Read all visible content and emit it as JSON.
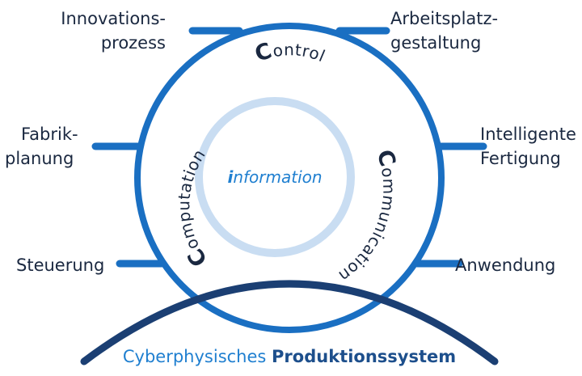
{
  "labels": {
    "innovation_1": "Innovations-",
    "innovation_2": "prozess",
    "workplace_1": "Arbeitsplatz-",
    "workplace_2": "gestaltung",
    "factory_1": "Fabrik-",
    "factory_2": "planung",
    "smart_1": "Intelligente",
    "smart_2": "Fertigung",
    "control_left": "Steuerung",
    "application": "Anwendung"
  },
  "inner_ring": {
    "control_initial": "C",
    "control_rest": "ontrol",
    "communication_initial": "C",
    "communication_rest": "ommunication",
    "computation_initial": "C",
    "computation_rest": "omputation",
    "information_initial": "i",
    "information_rest": "nformation"
  },
  "base": {
    "regular": "Cyberphysisches ",
    "bold": "Produktionssystem"
  },
  "colors": {
    "outer_ring": "#1a6fc2",
    "inner_ring": "#c9ddf2",
    "base_arc": "#1b3f73",
    "text_dark": "#1a2840",
    "accent": "#1f7fd0"
  }
}
